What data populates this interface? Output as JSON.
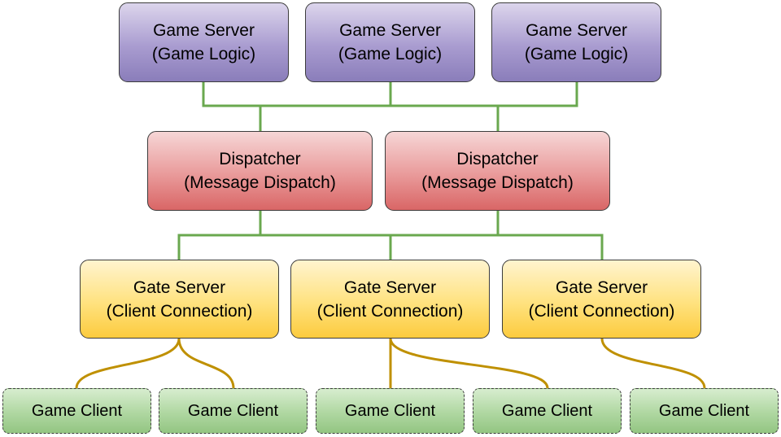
{
  "diagram": {
    "game_servers": [
      {
        "line1": "Game Server",
        "line2": "(Game Logic)"
      },
      {
        "line1": "Game Server",
        "line2": "(Game Logic)"
      },
      {
        "line1": "Game Server",
        "line2": "(Game Logic)"
      }
    ],
    "dispatchers": [
      {
        "line1": "Dispatcher",
        "line2": "(Message Dispatch)"
      },
      {
        "line1": "Dispatcher",
        "line2": "(Message Dispatch)"
      }
    ],
    "gate_servers": [
      {
        "line1": "Gate Server",
        "line2": "(Client Connection)"
      },
      {
        "line1": "Gate Server",
        "line2": "(Client Connection)"
      },
      {
        "line1": "Gate Server",
        "line2": "(Client Connection)"
      }
    ],
    "game_clients": [
      {
        "label": "Game Client"
      },
      {
        "label": "Game Client"
      },
      {
        "label": "Game Client"
      },
      {
        "label": "Game Client"
      },
      {
        "label": "Game Client"
      }
    ],
    "colors": {
      "bus_connector": "#6aa84f",
      "client_connector": "#bf9000",
      "game_server_fill": "#a99cd0",
      "dispatcher_fill": "#e99a9a",
      "gate_server_fill": "#ffe27f",
      "game_client_fill": "#afd7a1"
    }
  }
}
